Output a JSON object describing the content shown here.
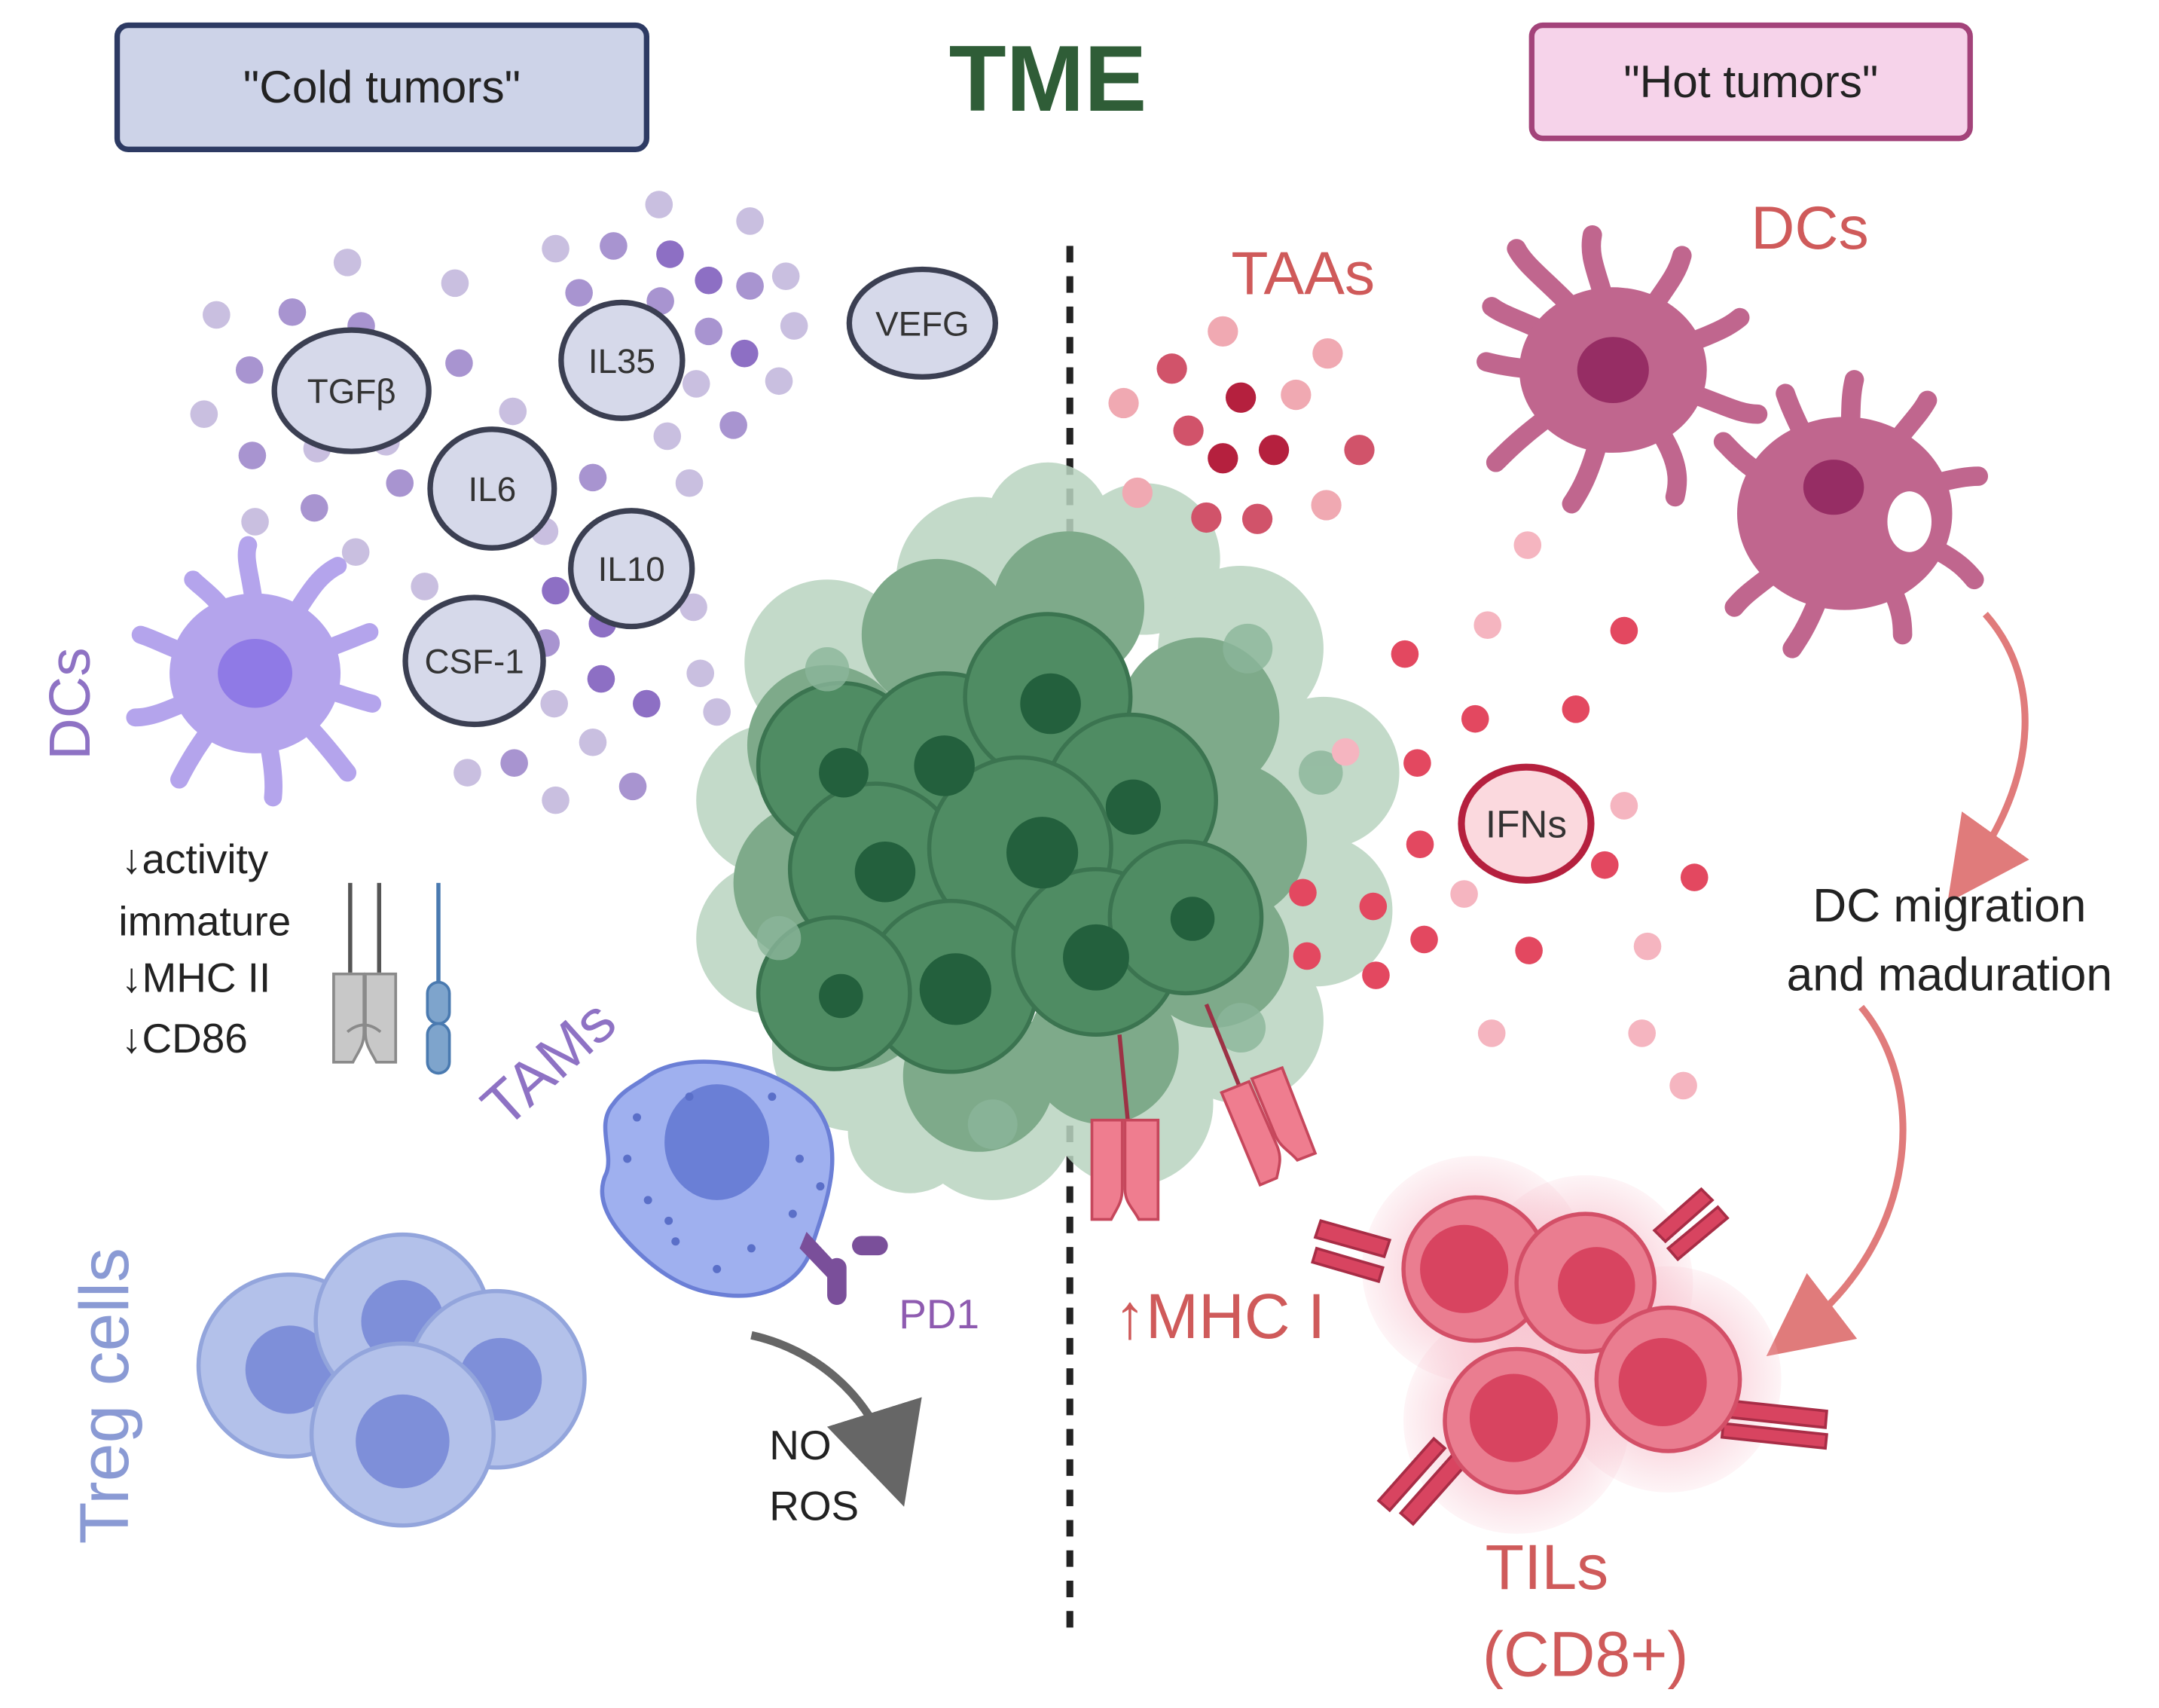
{
  "title": "TME",
  "colors": {
    "title": "#2f5d37",
    "cold_box_fill": "#cdd3e8",
    "cold_box_stroke": "#2d3a63",
    "hot_box_fill": "#f6d3ea",
    "hot_box_stroke": "#a3437a",
    "purple_text": "#8e72c4",
    "red_text": "#cf5a5a",
    "dark_text": "#222222",
    "cytokine_fill": "#d6d9ea",
    "cytokine_stroke": "#3b3f52",
    "tumor_dark": "#3d7a55",
    "tumor_light": "#a8c8b1",
    "dc_hot": "#c0668e",
    "tils": "#e46b80",
    "arrow": "#e07b7b"
  },
  "left": {
    "header": "\"Cold tumors\"",
    "cytokines": [
      "TGFβ",
      "IL35",
      "VEFG",
      "IL6",
      "IL10",
      "CSF-1"
    ],
    "dc_label": "DCs",
    "dc_status": [
      "↓activity",
      "immature",
      "↓MHC II",
      "↓CD86"
    ],
    "tams_label": "TAMs",
    "pd1_label": "PD1",
    "no_label": "NO",
    "ros_label": "ROS",
    "treg_label": "Treg cells"
  },
  "right": {
    "header": "\"Hot tumors\"",
    "taas_label": "TAAs",
    "dcs_label": "DCs",
    "ifns_label": "IFNs",
    "migration_line1": "DC migration",
    "migration_line2": "and maduration",
    "mhc_label": "↑MHC I",
    "tils_line1": "TILs",
    "tils_line2": "(CD8+)"
  }
}
